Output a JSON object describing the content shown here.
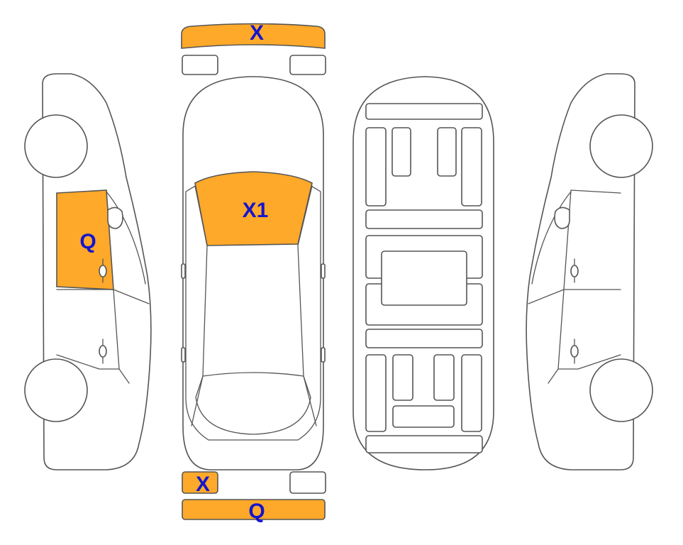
{
  "colors": {
    "damage_fill": "#FFA92A",
    "label": "#1515CC",
    "outline": "#555555",
    "background": "#FFFFFF"
  },
  "labels": {
    "front_bumper": "X",
    "windshield": "X1",
    "left_front_door_window": "Q",
    "rear_left_light": "X",
    "rear_bumper": "Q"
  }
}
